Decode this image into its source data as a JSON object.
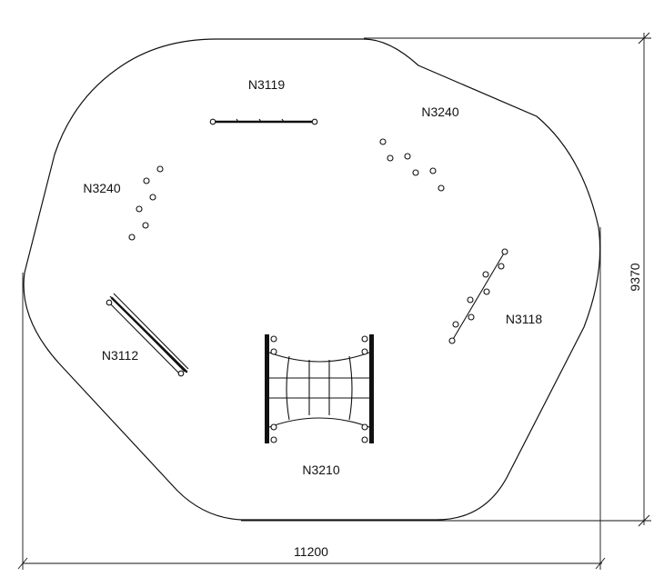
{
  "dimensions": {
    "width": "11200",
    "depth": "9370"
  },
  "equipment": [
    {
      "code": "N3119"
    },
    {
      "code": "N3240"
    },
    {
      "code": "N3240"
    },
    {
      "code": "N3112"
    },
    {
      "code": "N3118"
    },
    {
      "code": "N3210"
    }
  ],
  "colors": {
    "line": "#111111",
    "background": "#ffffff"
  }
}
